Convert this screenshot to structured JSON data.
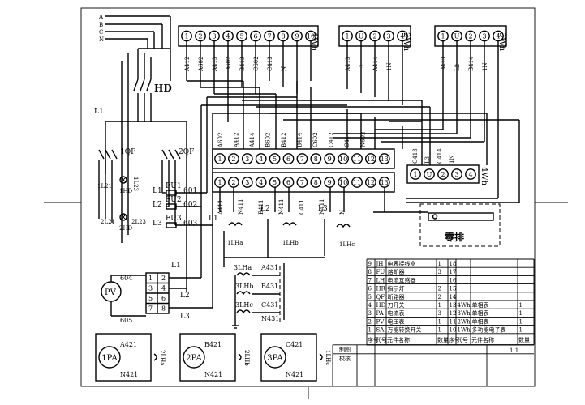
{
  "meters": {
    "m1": {
      "label": "1Wh",
      "pins": [
        "1",
        "2",
        "3",
        "4",
        "5",
        "6",
        "7",
        "8",
        "9",
        "10"
      ],
      "wires": [
        "A412",
        "A602",
        "A413",
        "B602",
        "B413",
        "C602",
        "C413",
        "N"
      ]
    },
    "m2": {
      "label": "2Wh",
      "pins": [
        "1",
        "U",
        "2",
        "3",
        "4"
      ],
      "wires": [
        "A413",
        "L1",
        "A414",
        "1N"
      ]
    },
    "m3": {
      "label": "3Wh",
      "pins": [
        "1",
        "U",
        "2",
        "3",
        "4"
      ],
      "wires": [
        "B413",
        "L2",
        "B414",
        "1N"
      ]
    },
    "m4": {
      "label": "4Wh",
      "pins": [
        "1",
        "U",
        "2",
        "3",
        "4"
      ],
      "wires": [
        "C413",
        "L3",
        "C414",
        "1N"
      ]
    }
  },
  "terminal": {
    "top": [
      "1",
      "2",
      "3",
      "4",
      "5",
      "6",
      "7",
      "8",
      "9",
      "10",
      "11",
      "12",
      "13"
    ],
    "bottom": [
      "1",
      "2",
      "3",
      "4",
      "5",
      "6",
      "7",
      "8",
      "9",
      "10",
      "11",
      "12",
      "13"
    ],
    "top_wires": [
      "A602",
      "A412",
      "A414",
      "B602",
      "B412",
      "B414",
      "C602",
      "C412",
      "C414",
      "N602"
    ],
    "bottom_wires": [
      "A411",
      "N411",
      "B411",
      "N411",
      "C411",
      "N411",
      "N"
    ]
  },
  "bus": [
    "A",
    "B",
    "C",
    "N"
  ],
  "labels": {
    "hd": "HD",
    "l1": "L1",
    "qf1": "1QF",
    "qf2": "2QF",
    "l23": "1L23",
    "l21": "1L21",
    "hd1": "1HD",
    "fu1": "FU1",
    "fu2": "FU2",
    "fu3": "FU3",
    "n601": "601",
    "n602": "602",
    "n603": "603",
    "fl1": "L1",
    "fl2": "L2",
    "fl3": "L3",
    "l2l21": "2L21",
    "l2l23": "2L23",
    "hd2": "2HD",
    "mid_l1": "L1",
    "mid_l2": "L2",
    "mid_l3": "L3",
    "lha": "1LHa",
    "lhb": "1LHb",
    "lhc": "1LHc",
    "zero": "零排",
    "pv": "PV",
    "n604": "604",
    "n605": "605",
    "sw_l1": "L1",
    "sw_l2": "L2",
    "sw_l3": "L3",
    "ct": [
      "3LHa",
      "3LHb",
      "3LHc"
    ],
    "ctw": [
      "A431",
      "B431",
      "C431",
      "N431"
    ],
    "pa": [
      "1PA",
      "2PA",
      "3PA"
    ],
    "pa_top": [
      "A421",
      "B421",
      "C421"
    ],
    "pa_bot": [
      "N421",
      "N421",
      "N421"
    ],
    "pa_ct": [
      "2LHa",
      "2LHb",
      "1LHc"
    ],
    "sw_pins": [
      "1",
      "2",
      "3",
      "4",
      "5",
      "6",
      "7",
      "8"
    ]
  },
  "bom": {
    "rows": [
      [
        "9",
        "JH",
        "电表接线盒",
        "1",
        "18",
        "",
        "",
        ""
      ],
      [
        "8",
        "FU",
        "熔断器",
        "3",
        "17",
        "",
        "",
        ""
      ],
      [
        "7",
        "LH",
        "电流互感器",
        "",
        "16",
        "",
        "",
        ""
      ],
      [
        "6",
        "HR",
        "指示灯",
        "2",
        "15",
        "",
        "",
        ""
      ],
      [
        "5",
        "QF",
        "断路器",
        "2",
        "14",
        "",
        "",
        ""
      ],
      [
        "4",
        "HD",
        "刀开关",
        "1",
        "13",
        "4Wh",
        "单相表",
        "1"
      ],
      [
        "3",
        "PA",
        "电流表",
        "3",
        "12",
        "3Wh",
        "单相表",
        "1"
      ],
      [
        "2",
        "PV",
        "电压表",
        "1",
        "11",
        "2Wh",
        "单相表",
        "1"
      ],
      [
        "1",
        "SA",
        "万能转换开关",
        "1",
        "10",
        "1Wh",
        "多功能电子表",
        "1"
      ]
    ],
    "header": [
      "序号",
      "代号",
      "元件名称",
      "数量",
      "序号",
      "代号",
      "元件名称",
      "数量"
    ],
    "foot": [
      "制图",
      "校核"
    ],
    "scale": "1:1"
  }
}
